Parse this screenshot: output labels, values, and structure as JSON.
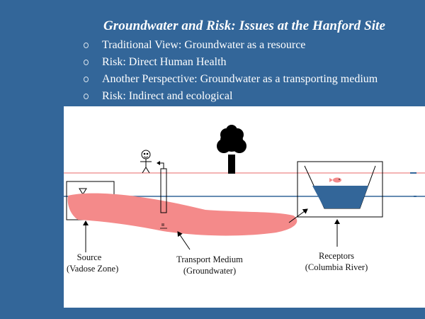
{
  "slide": {
    "title": "Groundwater and Risk:  Issues at the Hanford Site",
    "bullets": [
      "Traditional View:  Groundwater as a resource",
      "Risk:  Direct Human Health",
      "Another Perspective:  Groundwater as a transporting medium",
      "Risk:  Indirect and ecological"
    ]
  },
  "diagram": {
    "labels": {
      "source_line1": "Source",
      "source_line2": "(Vadose Zone)",
      "transport_line1": "Transport Medium",
      "transport_line2": "(Groundwater)",
      "receptors_line1": "Receptors",
      "receptors_line2": "(Columbia River)"
    }
  },
  "colors": {
    "background": "#336699",
    "plume": "#f48a8a",
    "water": "#336699",
    "ground_line": "#e86a6a",
    "water_table": "#336699"
  }
}
